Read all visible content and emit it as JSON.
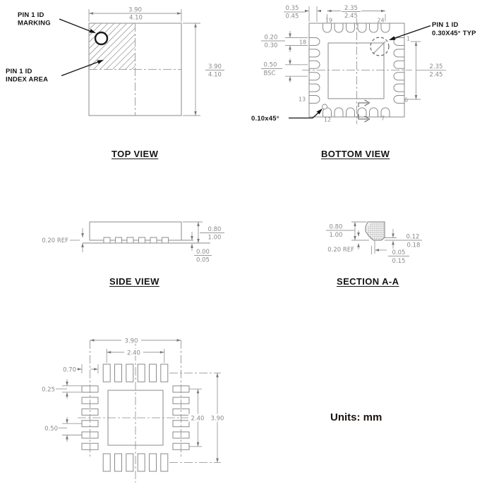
{
  "top_view": {
    "title": "TOP VIEW",
    "marking_label_1": "PIN 1 ID",
    "marking_label_2": "MARKING",
    "index_label_1": "PIN 1 ID",
    "index_label_2": "INDEX AREA",
    "width_dim_min": "3.90",
    "width_dim_max": "4.10",
    "height_dim_min": "3.90",
    "height_dim_max": "4.10"
  },
  "bottom_view": {
    "title": "BOTTOM VIEW",
    "edge_dim_min": "0.35",
    "edge_dim_max": "0.45",
    "top_span_min": "2.35",
    "top_span_max": "2.45",
    "pin_width_min": "0.20",
    "pin_width_max": "0.30",
    "pitch_value": "0.50",
    "pitch_ref": "BSC",
    "right_span_min": "2.35",
    "right_span_max": "2.45",
    "pin1_label_1": "PIN 1 ID",
    "pin1_label_2": "0.30X45° TYP",
    "chamfer_label": "0.10x45°",
    "pin_19": "19",
    "pin_24": "24",
    "pin_18": "18",
    "pin_13": "13",
    "pin_12": "12",
    "pin_7": "7",
    "pin_1": "1",
    "pin_6": "6"
  },
  "side_view": {
    "title": "SIDE VIEW",
    "lead_ref": "0.20 REF",
    "height_min": "0.80",
    "height_max": "1.00",
    "standoff_min": "0.00",
    "standoff_max": "0.05"
  },
  "section_aa": {
    "title": "SECTION A-A",
    "height_min": "0.80",
    "height_max": "1.00",
    "lead_ref": "0.20 REF",
    "tip_min": "0.12",
    "tip_max": "0.18",
    "foot_min": "0.05",
    "foot_max": "0.15"
  },
  "land_pattern": {
    "outer_width": "3.90",
    "inner_width": "2.40",
    "pad_length": "0.70",
    "pad_width": "0.25",
    "pitch": "0.50",
    "inner_height": "2.40",
    "outer_height": "3.90"
  },
  "units_label": "Units: mm"
}
